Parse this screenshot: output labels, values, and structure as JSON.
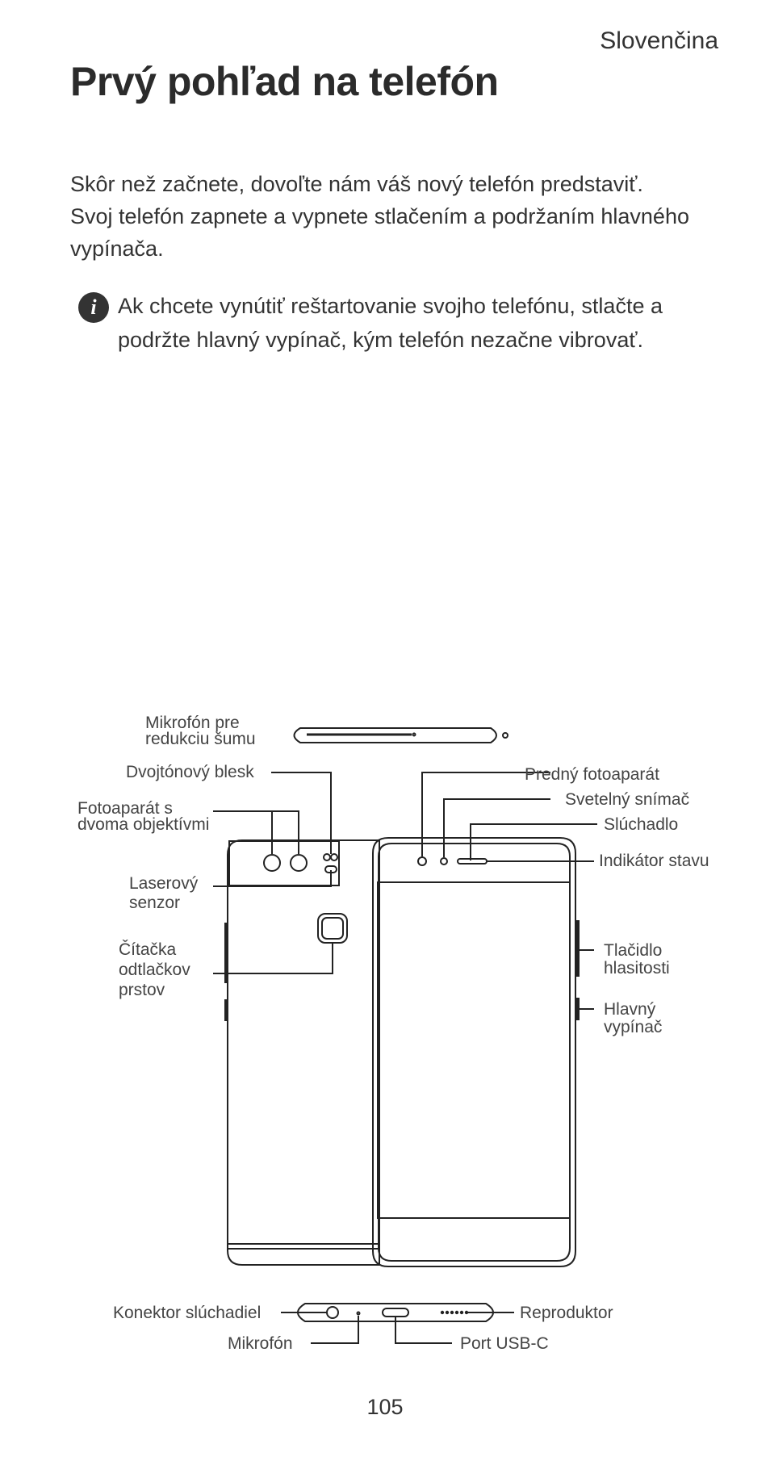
{
  "header": {
    "language": "Slovenčina"
  },
  "page": {
    "title": "Prvý pohľad na telefón",
    "intro_line1": "Skôr než začnete, dovoľte nám váš nový telefón predstaviť.",
    "intro_line2": "Svoj telefón zapnete a vypnete stlačením a podržaním hlavného",
    "intro_line3": "vypínača.",
    "note_icon": "i",
    "note_line1": "Ak chcete vynútiť reštartovanie svojho telefónu, stlačte a",
    "note_line2": "podržte hlavný vypínač, kým telefón nezačne vibrovať."
  },
  "diagram": {
    "labels": {
      "noise_mic_1": "Mikrofón pre",
      "noise_mic_2": "redukciu šumu",
      "dual_flash": "Dvojtónový blesk",
      "dual_camera_1": "Fotoaparát s",
      "dual_camera_2": "dvoma objektívmi",
      "laser_1": "Laserový",
      "laser_2": "senzor",
      "fingerprint_1": "Čítačka",
      "fingerprint_2": "odtlačkov",
      "fingerprint_3": "prstov",
      "front_camera": "Predný fotoaparát",
      "light_sensor": "Svetelný snímač",
      "earpiece": "Slúchadlo",
      "status_indicator": "Indikátor stavu",
      "volume_1": "Tlačidlo",
      "volume_2": "hlasitosti",
      "power_1": "Hlavný",
      "power_2": "vypínač",
      "headset": "Konektor slúchadiel",
      "speaker": "Reproduktor",
      "microphone": "Mikrofón",
      "usb": "Port USB-C"
    }
  },
  "footer": {
    "page_number": "105"
  },
  "colors": {
    "text": "#333333",
    "line": "#222222"
  },
  "icons": {
    "note": "info-icon"
  }
}
